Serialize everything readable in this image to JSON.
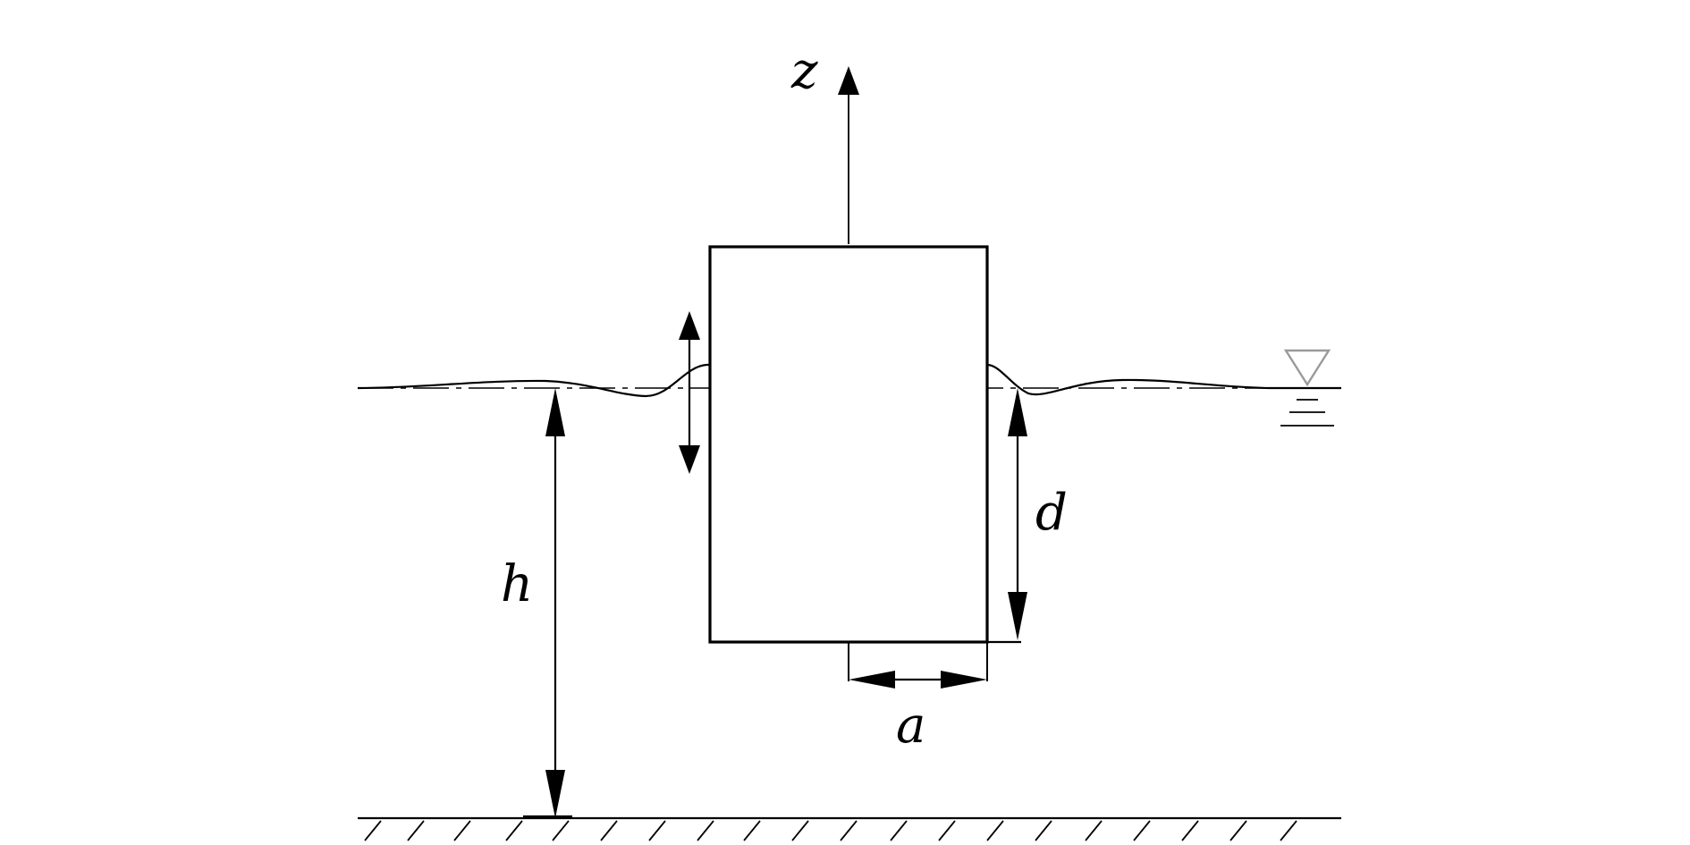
{
  "labels": {
    "z": "z",
    "h": "h",
    "d": "d",
    "a": "a"
  },
  "icons": {
    "water_level": "water-level-triangle-icon"
  },
  "colors": {
    "stroke": "#000000",
    "background": "#ffffff",
    "water_symbol": "#9a9a9a"
  }
}
